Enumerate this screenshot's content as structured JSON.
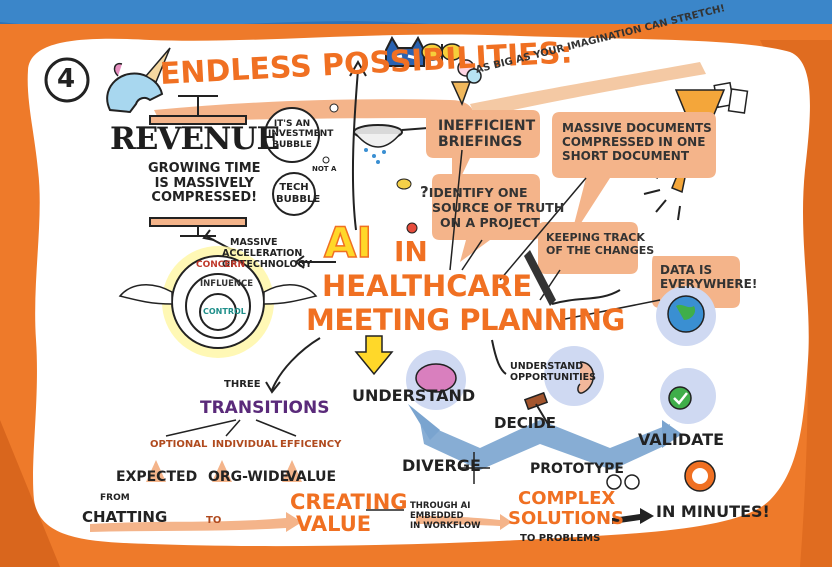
{
  "section_number": "4",
  "headline": {
    "title": "ENDLESS POSSIBILITIES:",
    "tagline": "AS BIG AS YOUR IMAGINATION CAN STRETCH!"
  },
  "central": {
    "line1_ai": "AI",
    "line1_in": "IN",
    "line2": "HEALTHCARE",
    "line3": "MEETING PLANNING"
  },
  "revenue": {
    "word": "REVENUE",
    "note": [
      "GROWING TIME",
      "IS MASSIVELY",
      "COMPRESSED!"
    ],
    "investment": [
      "IT'S AN",
      "INVESTMENT",
      "BUBBLE"
    ],
    "not_a": "NOT A",
    "tech": [
      "TECH",
      "BUBBLE"
    ]
  },
  "acceleration": [
    "MASSIVE",
    "ACCELERATION",
    "OF TECHNOLOGY"
  ],
  "circles": {
    "concern": "CONCERN",
    "influence": "INFLUENCE",
    "control": "CONTROL"
  },
  "bubbles": {
    "briefings": [
      "INEFFICIENT",
      "BRIEFINGS"
    ],
    "documents": [
      "MASSIVE DOCUMENTS",
      "COMPRESSED IN ONE",
      "SHORT DOCUMENT"
    ],
    "truth": [
      "IDENTIFY ONE",
      "SOURCE OF TRUTH",
      "ON A PROJECT"
    ],
    "tracking": [
      "KEEPING TRACK",
      "OF THE CHANGES"
    ],
    "data": [
      "DATA IS",
      "EVERYWHERE!"
    ]
  },
  "process": {
    "understand": "UNDERSTAND",
    "opportunities": [
      "UNDERSTAND",
      "OPPORTUNITIES"
    ],
    "decide": "DECIDE",
    "diverge": "DIVERGE",
    "prototype": "PROTOTYPE",
    "validate": "VALIDATE"
  },
  "transitions": {
    "three": "THREE",
    "title": "TRANSITIONS",
    "items": [
      {
        "from": "OPTIONAL",
        "to": "EXPECTED"
      },
      {
        "from": "INDIVIDUAL",
        "to": "ORG-WIDE"
      },
      {
        "from": "EFFICENCY",
        "to": "VALUE"
      }
    ]
  },
  "flow": {
    "from": "FROM",
    "chatting": "CHATTING",
    "to": "TO",
    "creating": "CREATING",
    "value": "VALUE",
    "through": [
      "THROUGH AI",
      "EMBEDDED",
      "IN WORKFLOW"
    ],
    "complex": "COMPLEX",
    "solutions": "SOLUTIONS",
    "to_problems": "TO PROBLEMS",
    "minutes": "IN MINUTES!"
  },
  "colors": {
    "frame_orange": "#ee7a2a",
    "accent_orange": "#f07022",
    "peach": "#f4b48a",
    "blue": "#7aa4cf",
    "purple": "#5a2a7a",
    "sky": "#2f72b5"
  }
}
